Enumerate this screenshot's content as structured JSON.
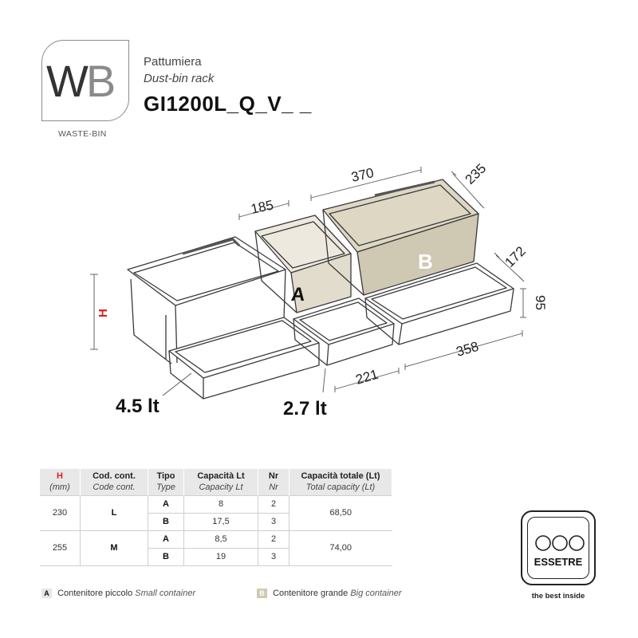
{
  "brand": {
    "logo_w": "W",
    "logo_b": "B",
    "caption": "WASTE-BIN"
  },
  "title": {
    "line1": "Pattumiera",
    "line2": "Dust-bin rack",
    "code": "GI1200L_Q_V_ _"
  },
  "drawing": {
    "dimensions": {
      "d370": "370",
      "d235": "235",
      "d185": "185",
      "d172": "172",
      "d95": "95",
      "d358": "358",
      "d221": "221",
      "h": "H"
    },
    "container_labels": {
      "a": "A",
      "b": "B"
    },
    "volumes": {
      "v1": "4.5 lt",
      "v2": "2.7 lt"
    },
    "colors": {
      "container_a": "#e2dccd",
      "container_b": "#cfc8b2",
      "h_label": "#d22222"
    }
  },
  "table": {
    "headers": [
      {
        "main": "H",
        "sub": "(mm)"
      },
      {
        "main": "Cod. cont.",
        "sub": "Code cont."
      },
      {
        "main": "Tipo",
        "sub": "Type"
      },
      {
        "main": "Capacità Lt",
        "sub": "Capacity Lt"
      },
      {
        "main": "Nr",
        "sub": "Nr"
      },
      {
        "main": "Capacità totale (Lt)",
        "sub": "Total capacity (Lt)"
      }
    ],
    "groups": [
      {
        "h": "230",
        "code": "L",
        "total": "68,50",
        "rows": [
          {
            "type": "A",
            "cap": "8",
            "nr": "2"
          },
          {
            "type": "B",
            "cap": "17,5",
            "nr": "3"
          }
        ]
      },
      {
        "h": "255",
        "code": "M",
        "total": "74,00",
        "rows": [
          {
            "type": "A",
            "cap": "8,5",
            "nr": "2"
          },
          {
            "type": "B",
            "cap": "19",
            "nr": "3"
          }
        ]
      }
    ]
  },
  "legend": {
    "a": {
      "badge": "A",
      "label": "Contenitore piccolo",
      "label_en": "Small container"
    },
    "b": {
      "badge": "B",
      "label": "Contenitore grande",
      "label_en": "Big container"
    }
  },
  "essetre": {
    "name": "ESSETRE",
    "tagline": "the best inside"
  }
}
